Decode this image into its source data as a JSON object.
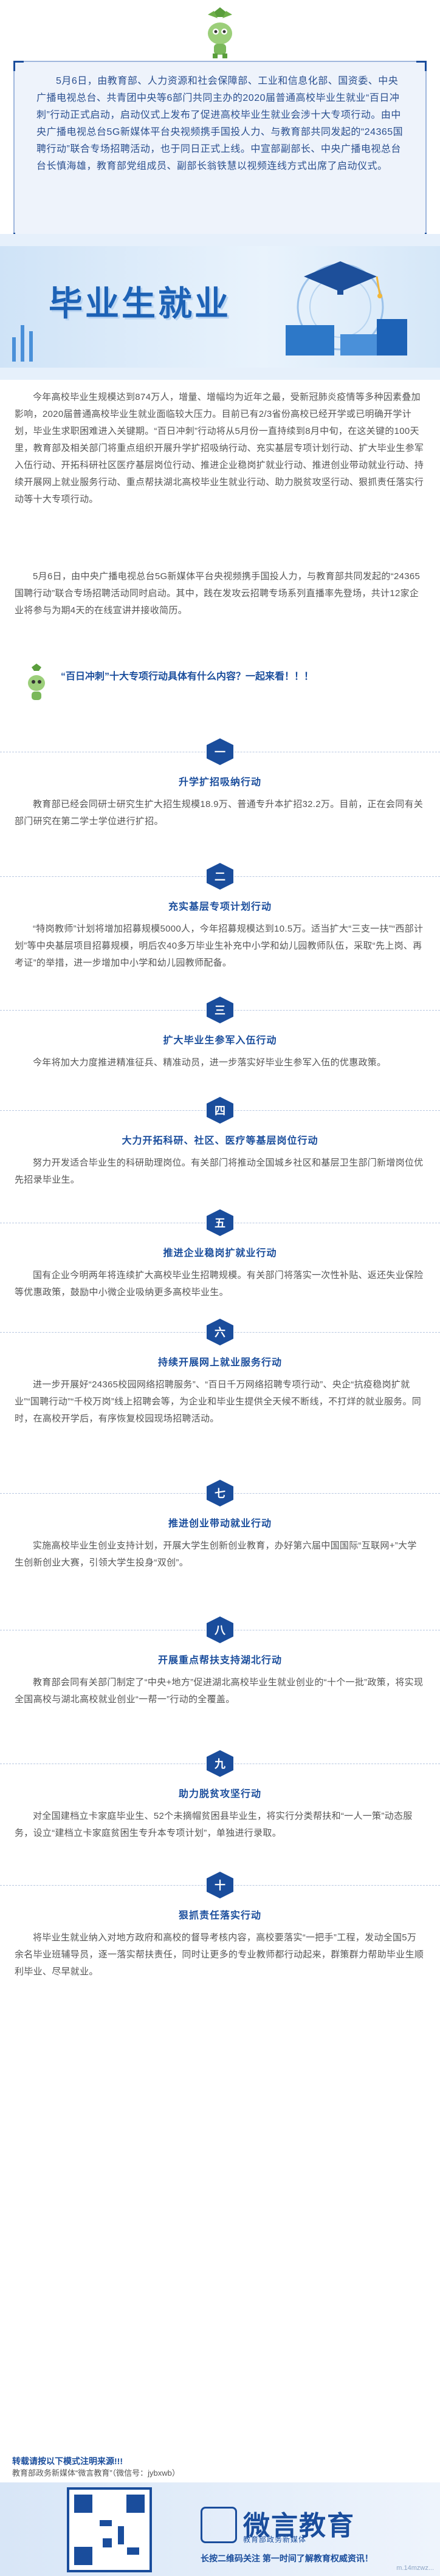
{
  "intro": {
    "text": "5月6日，由教育部、人力资源和社会保障部、工业和信息化部、国资委、中央广播电视总台、共青团中央等6部门共同主办的2020届普通高校毕业生就业“百日冲刺”行动正式启动，启动仪式上发布了促进高校毕业生就业会涉十大专项行动。由中央广播电视总台5G新媒体平台央视频携手国投人力、与教育部共同发起的“24365国聘行动”联合专场招聘活动，也于同日正式上线。中宣部副部长、中央广播电视总台台长慎海雄，教育部党组成员、副部长翁铁慧以视频连线方式出席了启动仪式。"
  },
  "banner": {
    "title": "毕业生就业"
  },
  "paras": {
    "p1": "今年高校毕业生规模达到874万人，增量、增幅均为近年之最，受新冠肺炎疫情等多种因素叠加影响，2020届普通高校毕业生就业面临较大压力。目前已有2/3省份高校已经开学或已明确开学计划，毕业生求职困难进入关键期。“百日冲刺”行动将从5月份一直持续到8月中旬，在这关键的100天里，教育部及相关部门将重点组织开展升学扩招吸纳行动、充实基层专项计划行动、扩大毕业生参军入伍行动、开拓科研社区医疗基层岗位行动、推进企业稳岗扩就业行动、推进创业带动就业行动、持续开展网上就业服务行动、重点帮扶湖北高校毕业生就业行动、助力脱贫攻坚行动、狠抓责任落实行动等十大专项行动。",
    "p2": "5月6日，由中央广播电视总台5G新媒体平台央视频携手国投人力，与教育部共同发起的“24365国聘行动”联合专场招聘活动同时启动。其中，践在发攻云招聘专场系列直播率先登场，共计12家企业将参与为期4天的在线宣讲并接收简历。"
  },
  "question": "“百日冲刺”十大专项行动具体有什么内容？一起来看！！！",
  "sections": [
    {
      "num": "一",
      "title": "升学扩招吸纳行动",
      "text": "教育部已经会同研士研究生扩大招生规模18.9万、普通专升本扩招32.2万。目前，正在会同有关部门研究在第二学士学位进行扩招。"
    },
    {
      "num": "二",
      "title": "充实基层专项计划行动",
      "text": "“特岗教师”计划将增加招募规模5000人，今年招募规模达到10.5万。适当扩大“三支一扶”“西部计划”等中央基层项目招募规模，明后农40多万毕业生补充中小学和幼儿园教师队伍，采取“先上岗、再考证”的举措，进一步增加中小学和幼儿园教师配备。"
    },
    {
      "num": "三",
      "title": "扩大毕业生参军入伍行动",
      "text": "今年将加大力度推进精准征兵、精准动员，进一步落实好毕业生参军入伍的优惠政策。"
    },
    {
      "num": "四",
      "title": "大力开拓科研、社区、医疗等基层岗位行动",
      "text": "努力开发适合毕业生的科研助理岗位。有关部门将推动全国城乡社区和基层卫生部门新增岗位优先招录毕业生。"
    },
    {
      "num": "五",
      "title": "推进企业稳岗扩就业行动",
      "text": "国有企业今明两年将连续扩大高校毕业生招聘规模。有关部门将落实一次性补贴、返还失业保险等优惠政策，鼓励中小微企业吸纳更多高校毕业生。"
    },
    {
      "num": "六",
      "title": "持续开展网上就业服务行动",
      "text": "进一步开展好“24365校园网络招聘服务”、“百日千万网络招聘专项行动”、央企“抗疫稳岗扩就业”“国聘行动”“千校万岗”线上招聘会等，为企业和毕业生提供全天候不断线，不打烊的就业服务。同时，在高校开学后，有序恢复校园现场招聘活动。"
    },
    {
      "num": "七",
      "title": "推进创业带动就业行动",
      "text": "实施高校毕业生创业支持计划，开展大学生创新创业教育，办好第六届中国国际“互联网+”大学生创新创业大赛，引领大学生投身“双创”。"
    },
    {
      "num": "八",
      "title": "开展重点帮扶支持湖北行动",
      "text": "教育部会同有关部门制定了“中央+地方”促进湖北高校毕业生就业创业的“十个一批”政策，将实现全国高校与湖北高校就业创业“一帮一”行动的全覆盖。"
    },
    {
      "num": "九",
      "title": "助力脱贫攻坚行动",
      "text": "对全国建档立卡家庭毕业生、52个未摘帽贫困县毕业生，将实行分类帮扶和“一人一策”动态服务，设立“建档立卡家庭贫困生专升本专项计划”，单独进行录取。"
    },
    {
      "num": "十",
      "title": "狠抓责任落实行动",
      "text": "将毕业生就业纳入对地方政府和高校的督导考核内容，高校要落实“一把手”工程，发动全国5万余名毕业班辅导员，逐一落实帮扶责任，同时让更多的专业教师都行动起来，群策群力帮助毕业生顺利毕业、尽早就业。"
    }
  ],
  "footer": {
    "note": "转载请按以下模式注明来源!!!",
    "source": "教育部政务新媒体“微言教育”（微信号：jybxwb）",
    "brand_name": "微言教育",
    "brand_sub": "教育部政务新媒体",
    "slogan": "长按二维码关注  第一时间了解教育权威资讯！",
    "watermark": "m.14mzwz..."
  },
  "colors": {
    "accent": "#1a4d9c",
    "banner": "#1d62b6",
    "frame": "#eef3fb"
  },
  "icons": {
    "mascot": "mascot-icon",
    "section": "hexagon-icon",
    "qr": "qr-code-icon",
    "logo": "brand-logo-icon"
  }
}
